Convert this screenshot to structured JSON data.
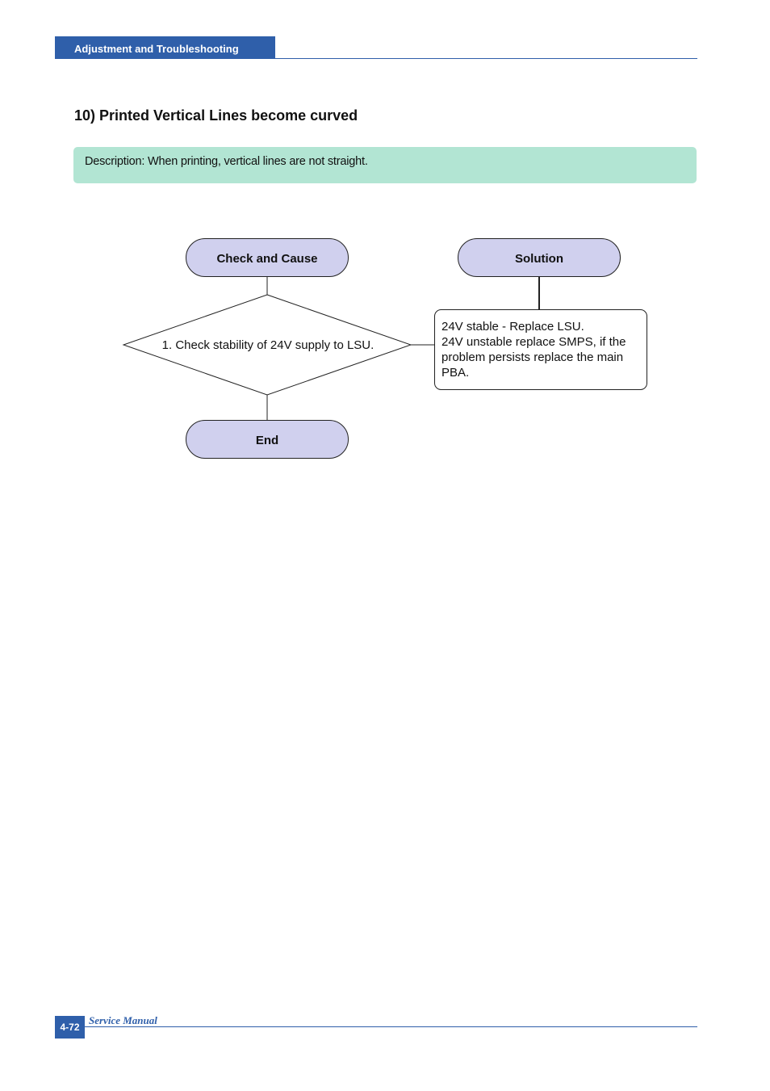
{
  "header": {
    "section": "Adjustment and Troubleshooting"
  },
  "title": "10) Printed Vertical Lines become curved",
  "description": "Description: When printing, vertical lines are not straight.",
  "flowchart": {
    "left_header": "Check and Cause",
    "right_header": "Solution",
    "check_step": "1. Check stability of 24V supply to LSU.",
    "solution_lines": [
      "24V stable - Replace LSU.",
      "24V unstable replace SMPS, if the",
      "problem persists replace the main",
      "PBA."
    ],
    "end_label": "End",
    "colors": {
      "terminal_fill": "#d0d0ee",
      "stroke": "#222222"
    }
  },
  "footer": {
    "page_number": "4-72",
    "label": "Service Manual"
  }
}
